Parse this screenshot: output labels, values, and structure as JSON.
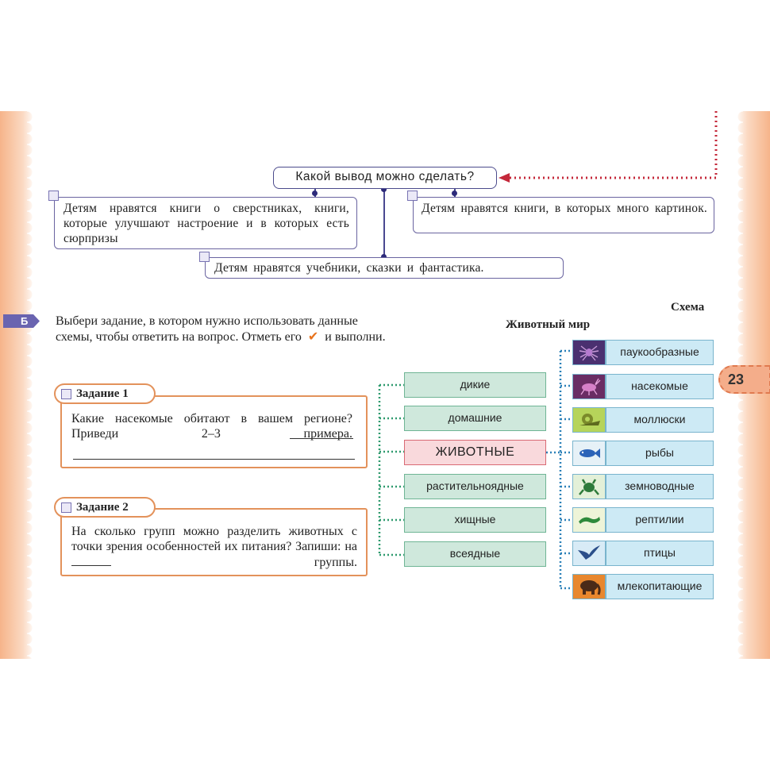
{
  "question": "Какой вывод можно сделать?",
  "options": [
    {
      "text": "Детям нравятся книги о сверстниках, книги, которые улучшают настроение и в которых есть сюрпризы"
    },
    {
      "text": "Детям нравятся книги, в которых много картинок."
    },
    {
      "text": "Детям нравятся учебники, сказки и фантастика."
    }
  ],
  "section": {
    "label": "Б",
    "text": "Выбери задание, в котором нужно использовать данные схемы, чтобы ответить на вопрос. Отметь его",
    "text_end": "и выполни."
  },
  "tasks": [
    {
      "title": "Задание 1",
      "text": "Какие насекомые обитают в вашем регионе? Приведи 2–3 примера."
    },
    {
      "title": "Задание 2",
      "text": "На сколько групп можно разделить животных с точки зрения особенностей их питания? Запиши: на",
      "text_end": "группы."
    }
  ],
  "schema": {
    "caption": "Схема",
    "title": "Животный мир",
    "center": "ЖИВОТНЫЕ",
    "left_groups": [
      "дикие",
      "домашние",
      "растительноядные",
      "хищные",
      "всеядные"
    ],
    "right_groups": [
      {
        "label": "паукообразные",
        "icon": "spider-icon",
        "bg": "#4a3070"
      },
      {
        "label": "насекомые",
        "icon": "insect-icon",
        "bg": "#6a2d64"
      },
      {
        "label": "моллюски",
        "icon": "snail-icon",
        "bg": "#b6d45a"
      },
      {
        "label": "рыбы",
        "icon": "fish-icon",
        "bg": "#e6f1f7"
      },
      {
        "label": "земноводные",
        "icon": "frog-icon",
        "bg": "#e3f0d8"
      },
      {
        "label": "рептилии",
        "icon": "reptile-icon",
        "bg": "#eef4d8"
      },
      {
        "label": "птицы",
        "icon": "bird-icon",
        "bg": "#d8ebf6"
      },
      {
        "label": "млекопитающие",
        "icon": "elephant-icon",
        "bg": "#e8872e"
      }
    ]
  },
  "page_number": "23",
  "colors": {
    "accent": "#4a4890",
    "task_border": "#e3925b",
    "checkmark": "#e8741e"
  }
}
